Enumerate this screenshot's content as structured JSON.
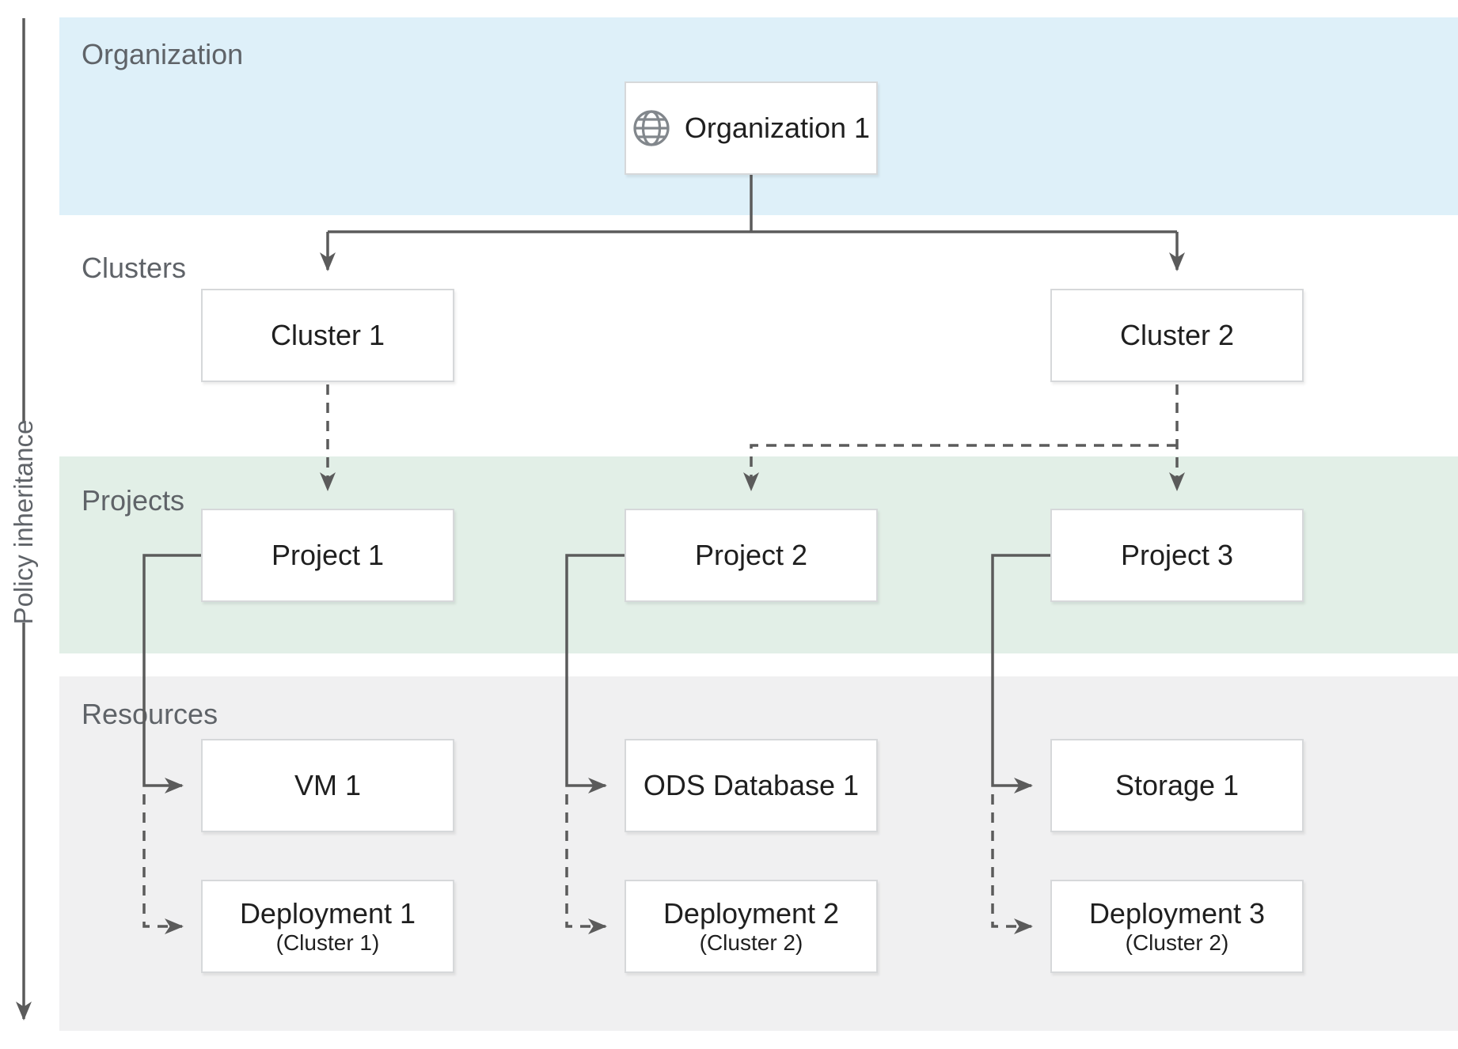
{
  "diagram": {
    "policy_label": "Policy inheritance",
    "bands": [
      {
        "id": "organization",
        "label": "Organization",
        "color": "#def0f9"
      },
      {
        "id": "clusters",
        "label": "Clusters",
        "color": "#ffffff"
      },
      {
        "id": "projects",
        "label": "Projects",
        "color": "#e2efe7"
      },
      {
        "id": "resources",
        "label": "Resources",
        "color": "#f0f0f1"
      }
    ],
    "nodes": [
      {
        "id": "organization-1",
        "label": "Organization 1",
        "icon": "globe-icon",
        "band": "organization"
      },
      {
        "id": "cluster-1",
        "label": "Cluster 1",
        "band": "clusters"
      },
      {
        "id": "cluster-2",
        "label": "Cluster 2",
        "band": "clusters"
      },
      {
        "id": "project-1",
        "label": "Project 1",
        "band": "projects"
      },
      {
        "id": "project-2",
        "label": "Project 2",
        "band": "projects"
      },
      {
        "id": "project-3",
        "label": "Project 3",
        "band": "projects"
      },
      {
        "id": "vm-1",
        "label": "VM 1",
        "band": "resources"
      },
      {
        "id": "ods-database-1",
        "label": "ODS Database 1",
        "band": "resources"
      },
      {
        "id": "storage-1",
        "label": "Storage 1",
        "band": "resources"
      },
      {
        "id": "deployment-1",
        "label": "Deployment 1",
        "sublabel": "(Cluster 1)",
        "band": "resources"
      },
      {
        "id": "deployment-2",
        "label": "Deployment 2",
        "sublabel": "(Cluster 2)",
        "band": "resources"
      },
      {
        "id": "deployment-3",
        "label": "Deployment 3",
        "sublabel": "(Cluster 2)",
        "band": "resources"
      }
    ],
    "edges": [
      {
        "from": "organization-1",
        "to": "cluster-1",
        "style": "solid"
      },
      {
        "from": "organization-1",
        "to": "cluster-2",
        "style": "solid"
      },
      {
        "from": "cluster-1",
        "to": "project-1",
        "style": "dashed"
      },
      {
        "from": "cluster-2",
        "to": "project-2",
        "style": "dashed"
      },
      {
        "from": "cluster-2",
        "to": "project-3",
        "style": "dashed"
      },
      {
        "from": "project-1",
        "to": "vm-1",
        "style": "solid"
      },
      {
        "from": "project-2",
        "to": "ods-database-1",
        "style": "solid"
      },
      {
        "from": "project-3",
        "to": "storage-1",
        "style": "solid"
      },
      {
        "from": "project-1",
        "to": "deployment-1",
        "style": "dashed"
      },
      {
        "from": "project-2",
        "to": "deployment-2",
        "style": "dashed"
      },
      {
        "from": "project-3",
        "to": "deployment-3",
        "style": "dashed"
      }
    ],
    "colors": {
      "line": "#5b5b5b",
      "box_border": "#d6d8da",
      "box_text": "#1f1f1f",
      "band_label_text": "#5f6368",
      "globe_icon": "#82878c"
    }
  }
}
